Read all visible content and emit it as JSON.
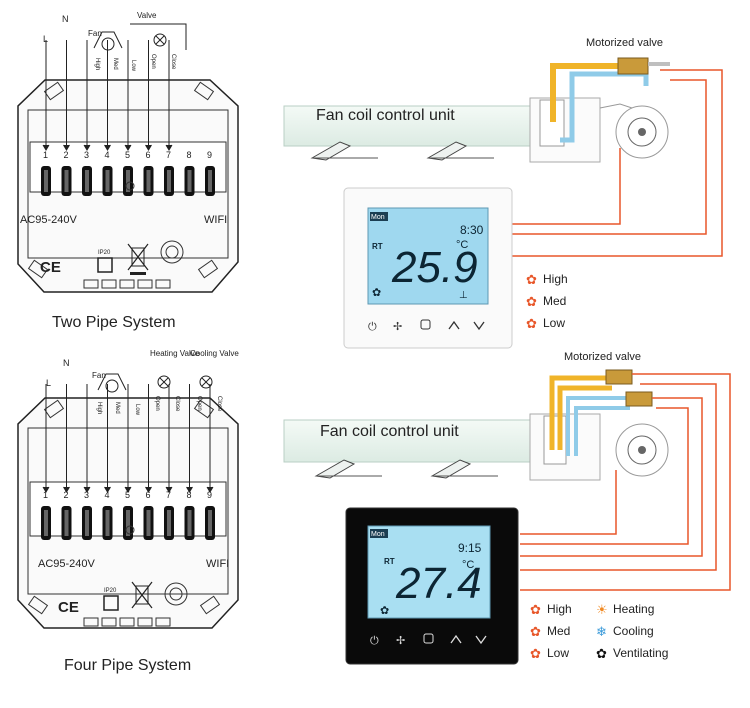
{
  "systems": [
    {
      "title": "Two Pipe System",
      "voltage": "AC95-240V",
      "wifi": "WIFI",
      "ip": "IP20",
      "ce": "CE",
      "fan_label": "Fan",
      "valve_labels": [
        "Valve"
      ],
      "terminal_labels": [
        "L",
        "N",
        "High",
        "Med",
        "Low",
        "Open",
        "Close"
      ],
      "terminal_numbers": [
        "1",
        "2",
        "3",
        "4",
        "5",
        "6",
        "7",
        "8",
        "9"
      ],
      "unit_label": "Fan coil control unit",
      "motorized_valve": "Motorized valve",
      "display": {
        "day": "Mon",
        "time": "8:30",
        "temp": "25.9",
        "unit": "°C",
        "rt": "RT",
        "theme": "white"
      },
      "legend": [
        {
          "label": "High",
          "icon": "fan-high-icon"
        },
        {
          "label": "Med",
          "icon": "fan-med-icon"
        },
        {
          "label": "Low",
          "icon": "fan-low-icon"
        }
      ]
    },
    {
      "title": "Four Pipe System",
      "voltage": "AC95-240V",
      "wifi": "WIFI",
      "ip": "IP20",
      "ce": "CE",
      "fan_label": "Fan",
      "valve_labels": [
        "Heating Valve",
        "Cooling Valve"
      ],
      "terminal_labels": [
        "L",
        "N",
        "High",
        "Med",
        "Low",
        "Open",
        "Close",
        "Open",
        "Close"
      ],
      "terminal_numbers": [
        "1",
        "2",
        "3",
        "4",
        "5",
        "6",
        "7",
        "8",
        "9"
      ],
      "unit_label": "Fan coil control unit",
      "motorized_valve": "Motorized valve",
      "display": {
        "day": "Mon",
        "time": "9:15",
        "temp": "27.4",
        "unit": "°C",
        "rt": "RT",
        "theme": "black"
      },
      "legend": [
        {
          "label": "High",
          "icon": "fan-high-icon"
        },
        {
          "label": "Med",
          "icon": "fan-med-icon"
        },
        {
          "label": "Low",
          "icon": "fan-low-icon"
        },
        {
          "label": "Heating",
          "icon": "sun-icon"
        },
        {
          "label": "Cooling",
          "icon": "snowflake-icon"
        },
        {
          "label": "Ventilating",
          "icon": "fan-icon"
        }
      ]
    }
  ],
  "colors": {
    "wire": "#e8572a",
    "hot": "#f0b429",
    "cold": "#8fcbe8",
    "lcd": "#9fd8ef",
    "duct": "#e6f2ec"
  }
}
